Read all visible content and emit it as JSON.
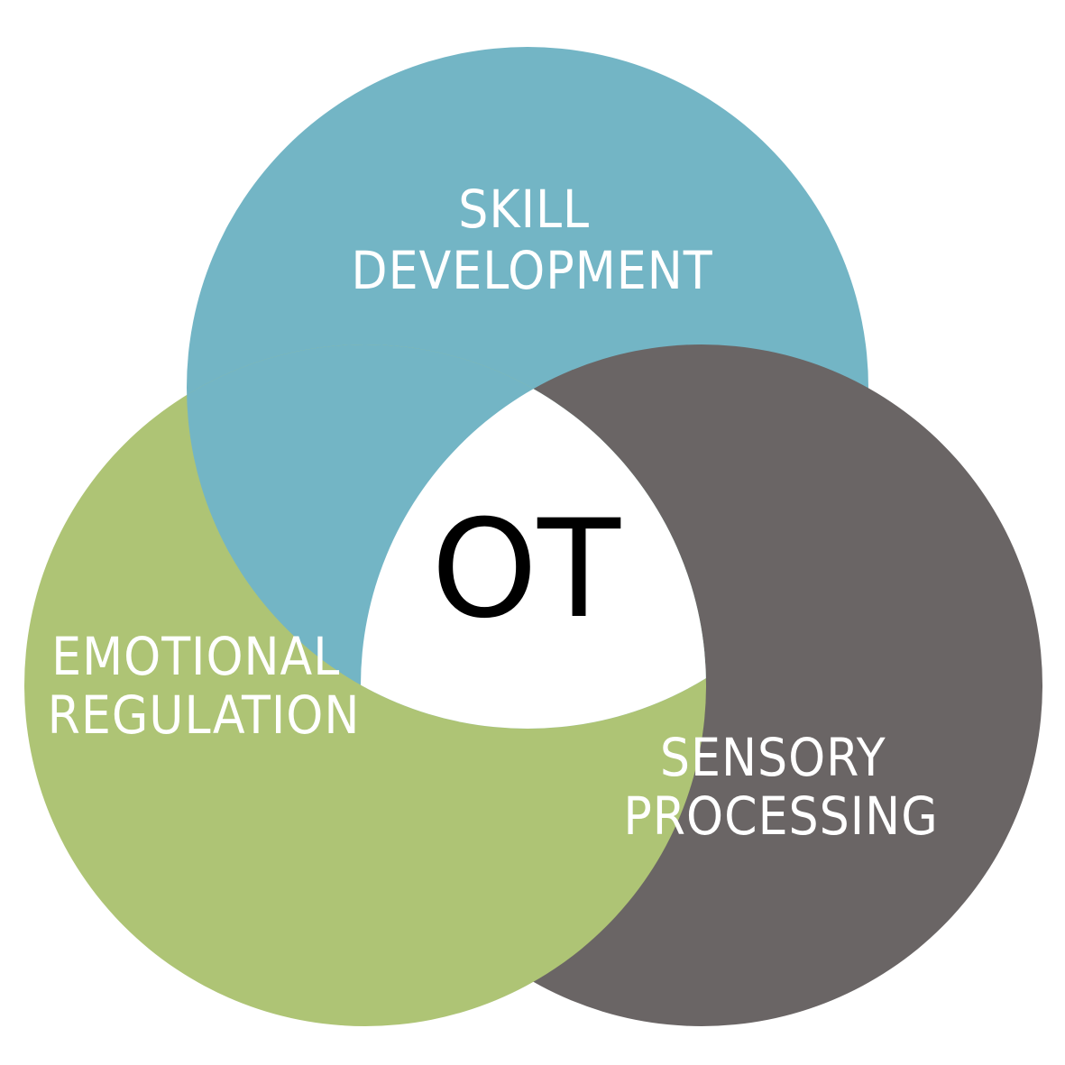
{
  "diagram": {
    "type": "venn",
    "center_label": "OT",
    "sets": [
      {
        "id": "skill",
        "lines": [
          "SKILL",
          "DEVELOPMENT"
        ],
        "color": "#73B5C5"
      },
      {
        "id": "emotional",
        "lines": [
          "EMOTIONAL",
          "REGULATION"
        ],
        "color": "#AEC475"
      },
      {
        "id": "sensory",
        "lines": [
          "SENSORY",
          "PROCESSING"
        ],
        "color": "#6A6565"
      }
    ],
    "intersection_color": "#FFFFFF",
    "center_text_color": "#000000",
    "label_text_color": "#FFFFFF"
  }
}
